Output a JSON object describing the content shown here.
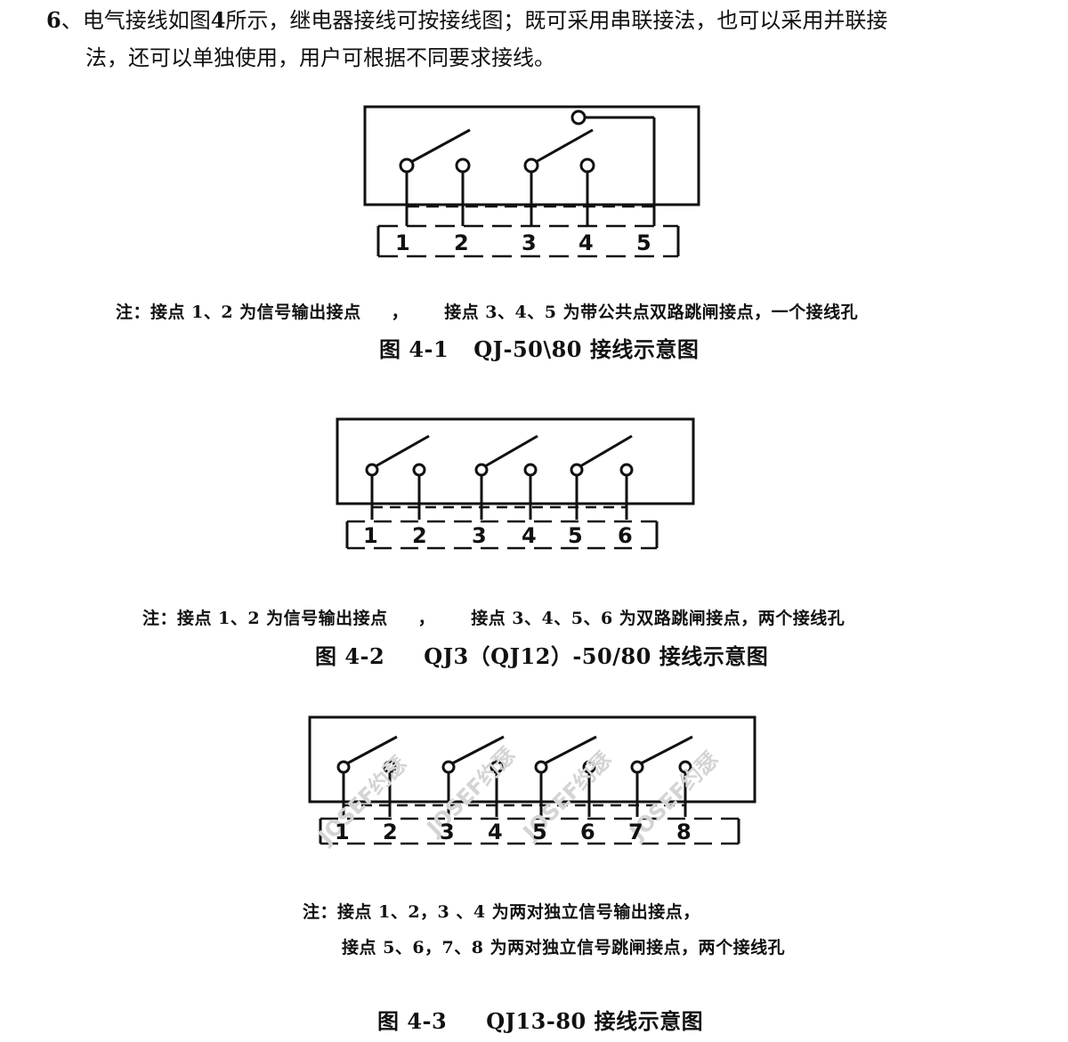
{
  "intro": {
    "number": "6",
    "line1_a": "、电气接线如图",
    "fig_ref": "4",
    "line1_b": "所示，继电器接线可按接线图；既可采用串联接法，也可以采用并联接",
    "line2": "法，还可以单独使用，用户可根据不同要求接线。"
  },
  "fig1": {
    "terminals": [
      "1",
      "2",
      "3",
      "4",
      "5"
    ],
    "note_a": "注：接点 1、2 为信号输出接点",
    "note_sep": "，",
    "note_b": "接点 3、4、5 为带公共点双路跳闸接点，一个接线孔",
    "caption_num": "图 4-1",
    "caption_text": "QJ-50\\80 接线示意图"
  },
  "fig2": {
    "terminals": [
      "1",
      "2",
      "3",
      "4",
      "5",
      "6"
    ],
    "note_a": "注：接点 1、2 为信号输出接点",
    "note_sep": "，",
    "note_b": "接点 3、4、5、6 为双路跳闸接点，两个接线孔",
    "caption_num": "图 4-2",
    "caption_text": "QJ3（QJ12）-50/80 接线示意图"
  },
  "fig3": {
    "terminals": [
      "1",
      "2",
      "3",
      "4",
      "5",
      "6",
      "7",
      "8"
    ],
    "watermark": "JOSEF约瑟",
    "note_line1": "注：接点 1、2，3 、4 为两对独立信号输出接点，",
    "note_line2": "接点 5、6，7、8 为两对独立信号跳闸接点，两个接线孔",
    "caption_num": "图 4-3",
    "caption_text": "QJ13-80 接线示意图"
  }
}
